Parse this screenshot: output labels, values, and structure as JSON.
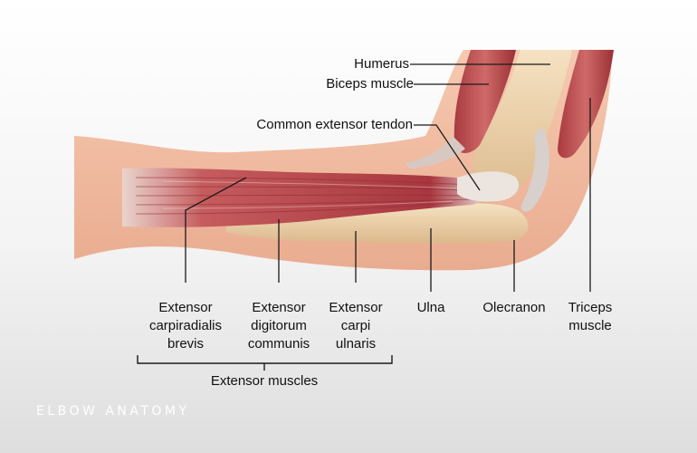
{
  "labels": {
    "humerus": "Humerus",
    "biceps": "Biceps muscle",
    "common_tendon": "Common extensor tendon",
    "ecrb": [
      "Extensor",
      "carpiradialis",
      "brevis"
    ],
    "edc": [
      "Extensor",
      "digitorum",
      "communis"
    ],
    "ecu": [
      "Extensor",
      "carpi",
      "ulnaris"
    ],
    "ulna": "Ulna",
    "olecranon": "Olecranon",
    "triceps": [
      "Triceps",
      "muscle"
    ],
    "group": "Extensor muscles"
  },
  "brand": "ELBOW ANATOMY",
  "colors": {
    "skin": "#f2bca2",
    "skin_shade": "#e5a58a",
    "bone": "#eed3ac",
    "muscle": "#b8444a",
    "muscle_dark": "#8d2a32",
    "tendon": "#e6d9d3",
    "leader": "#1a1a1a"
  }
}
